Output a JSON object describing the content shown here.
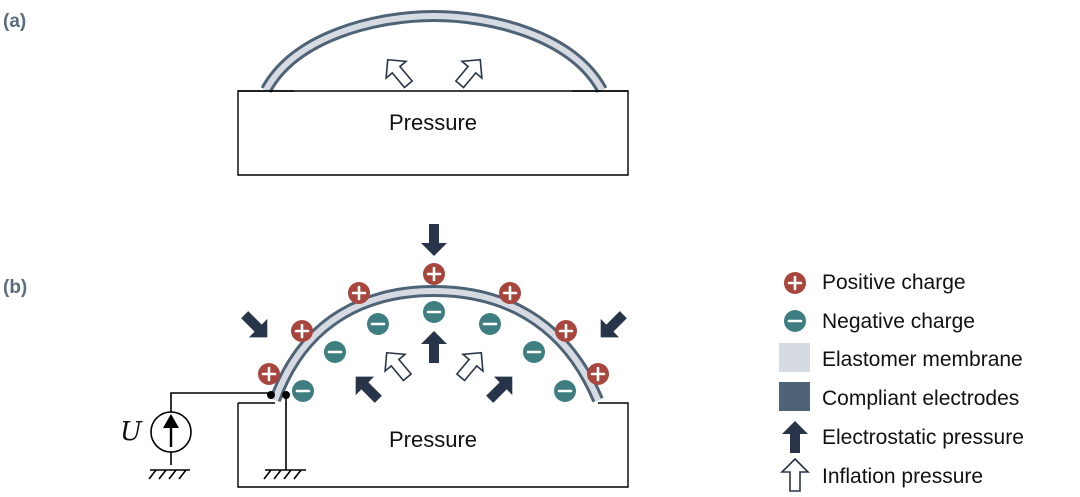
{
  "panels": {
    "a": {
      "label": "(a)",
      "center_text": "Pressure"
    },
    "b": {
      "label": "(b)",
      "center_text": "Pressure",
      "source_symbol": "U"
    }
  },
  "charges": {
    "positive_symbol": "+",
    "negative_symbol": "−"
  },
  "legend": {
    "items": [
      {
        "label": "Positive charge",
        "icon": "positive-charge-icon"
      },
      {
        "label": "Negative charge",
        "icon": "negative-charge-icon"
      },
      {
        "label": "Elastomer membrane",
        "icon": "elastomer-swatch"
      },
      {
        "label": "Compliant electrodes",
        "icon": "electrode-swatch"
      },
      {
        "label": "Electrostatic pressure",
        "icon": "filled-arrow-icon"
      },
      {
        "label": "Inflation pressure",
        "icon": "outline-arrow-icon"
      }
    ]
  },
  "colors": {
    "electrode": "#4f6377",
    "membrane": "#d6dbe3",
    "positive": "#a8453c",
    "negative": "#3f7e80",
    "arrow": "#28344a",
    "label": "#5a6c80"
  }
}
